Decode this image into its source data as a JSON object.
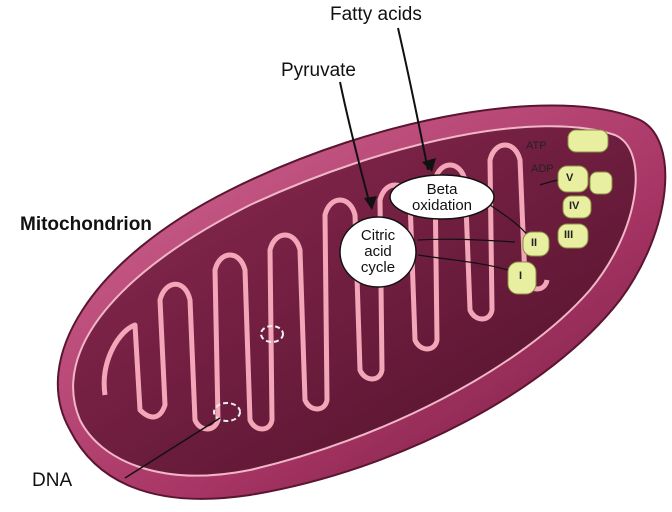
{
  "labels": {
    "fatty_acids": "Fatty acids",
    "pyruvate": "Pyruvate",
    "mitochondrion": "Mitochondrion",
    "dna": "DNA",
    "beta_oxidation_line1": "Beta",
    "beta_oxidation_line2": "oxidation",
    "citric_line1": "Citric",
    "citric_line2": "acid",
    "citric_line3": "cycle",
    "atp": "ATP",
    "adp": "ADP"
  },
  "complexes": [
    "I",
    "II",
    "III",
    "IV",
    "V"
  ],
  "colors": {
    "outer_membrane": "#c2497a",
    "outer_dark": "#5a1630",
    "matrix": "#7a1f45",
    "cristae_stroke": "#f2a6b8",
    "complex_fill": "#e8efa0",
    "bubble_fill": "#ffffff"
  }
}
